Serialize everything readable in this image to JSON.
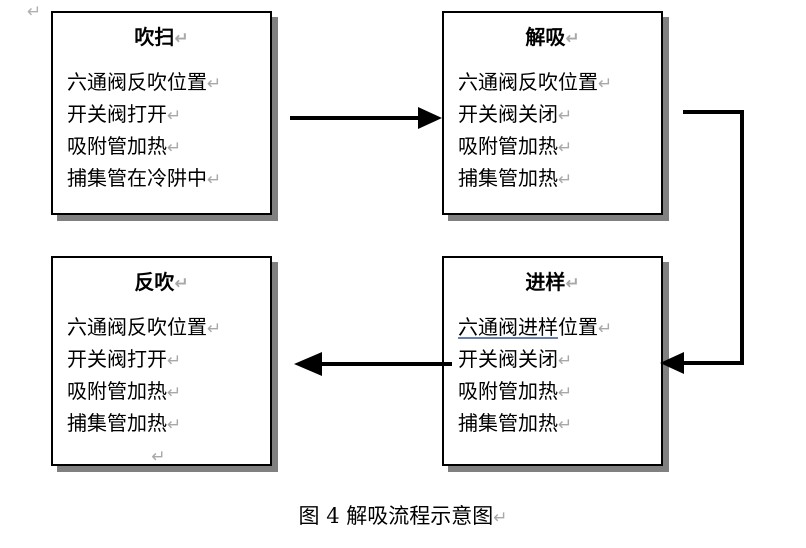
{
  "figure": {
    "caption": "图 4  解吸流程示意图",
    "caption_mark": "↵",
    "stray_mark_top_left": "↵"
  },
  "colors": {
    "box_border": "#000000",
    "box_fill": "#ffffff",
    "box_shadow": "#808080",
    "arrow": "#000000",
    "pilcrow": "#a8a8a8",
    "spell_underline": "#6a7fae",
    "page_background": "#ffffff"
  },
  "boxes": [
    {
      "id": "purge",
      "title": "吹扫",
      "title_mark": "↵",
      "lines": [
        {
          "text": "六通阀反吹位置",
          "mark": "↵",
          "underlined": ""
        },
        {
          "text": "开关阀打开",
          "mark": "↵",
          "underlined": ""
        },
        {
          "text": "吸附管加热",
          "mark": "↵",
          "underlined": ""
        },
        {
          "text": "捕集管在冷阱中",
          "mark": "↵",
          "underlined": ""
        }
      ],
      "trailing_mark": ""
    },
    {
      "id": "desorb",
      "title": "解吸",
      "title_mark": "↵",
      "lines": [
        {
          "text": "六通阀反吹位置",
          "mark": "↵",
          "underlined": ""
        },
        {
          "text": "开关阀关闭",
          "mark": "↵",
          "underlined": ""
        },
        {
          "text": "吸附管加热",
          "mark": "↵",
          "underlined": ""
        },
        {
          "text": "捕集管加热",
          "mark": "↵",
          "underlined": ""
        }
      ],
      "trailing_mark": ""
    },
    {
      "id": "backflush",
      "title": "反吹",
      "title_mark": "↵",
      "lines": [
        {
          "text": "六通阀反吹位置",
          "mark": "↵",
          "underlined": ""
        },
        {
          "text": "开关阀打开",
          "mark": "↵",
          "underlined": ""
        },
        {
          "text": "吸附管加热",
          "mark": "↵",
          "underlined": ""
        },
        {
          "text": "捕集管加热",
          "mark": "↵",
          "underlined": ""
        }
      ],
      "trailing_mark": "↵"
    },
    {
      "id": "inject",
      "title": "进样",
      "title_mark": "↵",
      "lines": [
        {
          "text": "位置",
          "mark": "↵",
          "underlined": "六通阀进样"
        },
        {
          "text": "开关阀关闭",
          "mark": "↵",
          "underlined": ""
        },
        {
          "text": "吸附管加热",
          "mark": "↵",
          "underlined": ""
        },
        {
          "text": "捕集管加热",
          "mark": "↵",
          "underlined": ""
        }
      ],
      "trailing_mark": ""
    }
  ],
  "connectors": [
    {
      "id": "purge-to-desorb",
      "direction": "right",
      "shape": "straight"
    },
    {
      "id": "desorb-to-inject",
      "direction": "down-then-left",
      "shape": "elbow"
    },
    {
      "id": "inject-to-backflush",
      "direction": "left",
      "shape": "straight"
    }
  ]
}
